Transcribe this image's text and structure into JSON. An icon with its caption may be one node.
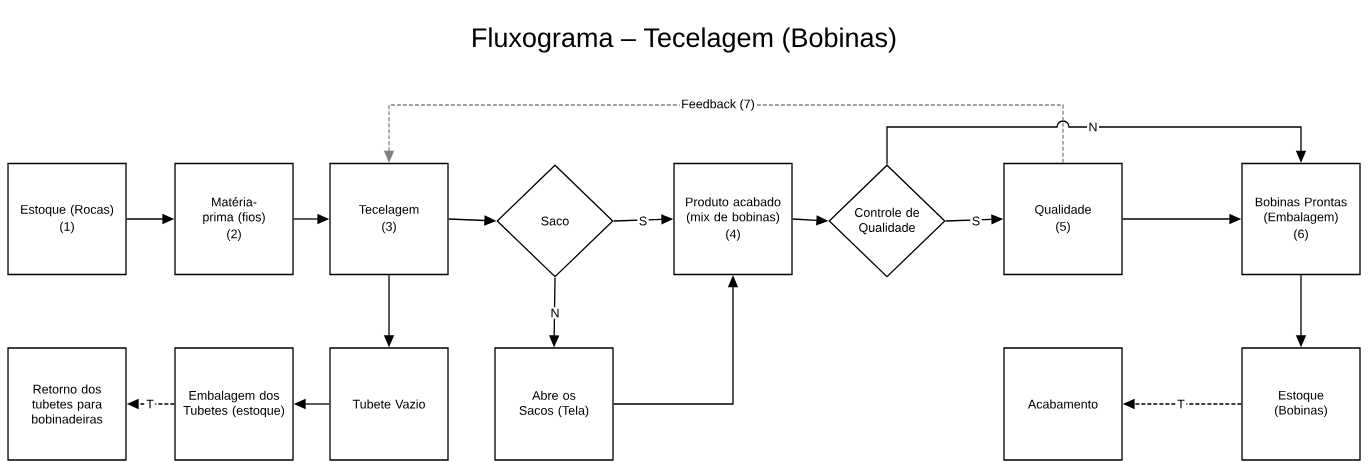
{
  "diagram": {
    "title": "Fluxograma – Tecelagem (Bobinas)",
    "nodes": [
      {
        "text": [
          "Estoque (Rocas)",
          "(1)"
        ]
      },
      {
        "text": [
          "Matéria-prima (fios)",
          "(2)"
        ]
      },
      {
        "text": [
          "Tecelagem",
          "(3)"
        ]
      },
      {
        "text": [
          "Saco"
        ]
      },
      {
        "text": [
          "Produto acabado (mix de bobinas)",
          "(4)"
        ]
      },
      {
        "text": [
          "Controle de Qualidade"
        ]
      },
      {
        "text": [
          "Qualidade",
          "(5)"
        ]
      },
      {
        "text": [
          "Bobinas Prontas (Embalagem)",
          "(6)"
        ]
      },
      {
        "text": [
          "Retorno dos tubetes para bobinadeiras"
        ]
      },
      {
        "text": [
          "Embalagem dos Tubetes (estoque)"
        ]
      },
      {
        "text": [
          "Tubete Vazio"
        ]
      },
      {
        "text": [
          "Abre os Sacos (Tela)"
        ]
      },
      {
        "text": [
          "Acabamento"
        ]
      },
      {
        "text": [
          "Estoque (Bobinas)"
        ]
      }
    ],
    "edges": [
      {
        "from": 0,
        "to": 1,
        "arrow": "to"
      },
      {
        "from": 1,
        "to": 2,
        "arrow": "to"
      },
      {
        "from": 2,
        "to": 3,
        "arrow": "to"
      },
      {
        "from": 3,
        "to": 4,
        "arrow": "to",
        "label": "S"
      },
      {
        "from": 4,
        "to": 5,
        "arrow": "to"
      },
      {
        "from": 5,
        "to": 6,
        "arrow": "to",
        "label": "S"
      },
      {
        "from": 6,
        "to": 7,
        "arrow": "to"
      },
      {
        "from": 7,
        "to": 13,
        "arrow": "to"
      },
      {
        "from": 13,
        "to": 12,
        "arrow": "to",
        "label": "T",
        "style": "dashed"
      },
      {
        "from": 2,
        "to": 10,
        "arrow": "to"
      },
      {
        "from": 10,
        "to": 9,
        "arrow": "to"
      },
      {
        "from": 9,
        "to": 8,
        "arrow": "to",
        "label": "T",
        "style": "dashed"
      },
      {
        "from": 3,
        "to": 11,
        "arrow": "to",
        "label": "N"
      },
      {
        "from": 11,
        "to": 4,
        "arrow": "to"
      },
      {
        "from": 5,
        "to": 7,
        "arrow": "to",
        "label": "N"
      },
      {
        "from": 6,
        "to": 2,
        "arrow": "to",
        "label": "Feedback (7)",
        "style": "dashed",
        "color": "#808080"
      }
    ]
  }
}
